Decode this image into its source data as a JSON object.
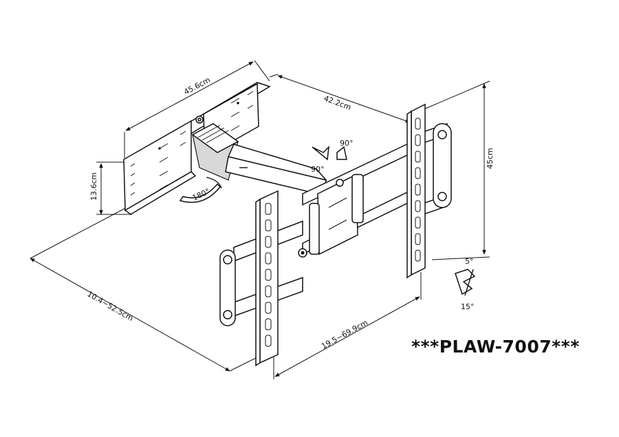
{
  "dimensions": {
    "wall_plate_width": "45.6cm",
    "wall_plate_height": "13.6cm",
    "arm_length": "42.2cm",
    "extension": "10.4~52.5cm",
    "vesa_width": "19.5~69.9cm",
    "vesa_height": "45cm"
  },
  "angles": {
    "rotation": "180°",
    "swivel_left": "90°",
    "swivel_right": "90°",
    "tilt_up": "5°",
    "tilt_down": "15°"
  },
  "model": "***PLAW-7007***"
}
